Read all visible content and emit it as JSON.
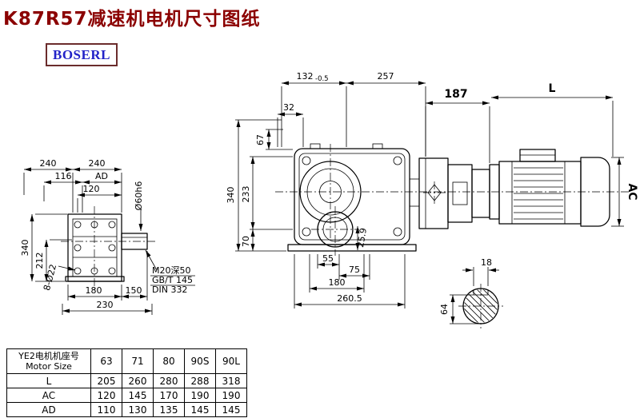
{
  "page": {
    "title": "K87R57减速机电机尺寸图纸",
    "brand": "BOSERL"
  },
  "colors": {
    "title": "#8b0000",
    "brand_text": "#2323c8",
    "brand_border": "#6b2c2c",
    "line": "#000000"
  },
  "front_view": {
    "dim_240_left": "240",
    "dim_240_right": "240",
    "dim_116": "116",
    "dim_ad": "AD",
    "dim_120": "120",
    "dim_shaft": "Ø60h6",
    "dim_340": "340",
    "dim_212": "212",
    "dim_180": "180",
    "dim_150": "150",
    "dim_230": "230",
    "dim_holes": "8-Ø22",
    "note_line1": "M20深50",
    "note_line2": "GB/T 145",
    "note_line3": "DIN 332"
  },
  "side_view": {
    "dim_132": "132",
    "dim_132_tol": "-0.5",
    "dim_257": "257",
    "dim_32": "32",
    "dim_67": "67",
    "dim_340": "340",
    "dim_233": "233",
    "dim_70": "70",
    "dim_25_9": "25.9",
    "dim_55": "55",
    "dim_75": "75",
    "dim_180": "180",
    "dim_260_5": "260.5"
  },
  "motor_view": {
    "dim_187": "187",
    "dim_L": "L",
    "dim_AC": "AC",
    "dim_18": "18",
    "dim_64": "64"
  },
  "table": {
    "header": {
      "line1": "YE2电机机座号",
      "line2": "Motor Size"
    },
    "sizes": [
      "63",
      "71",
      "80",
      "90S",
      "90L"
    ],
    "rows": [
      {
        "label": "L",
        "values": [
          "205",
          "260",
          "280",
          "288",
          "318"
        ]
      },
      {
        "label": "AC",
        "values": [
          "120",
          "145",
          "170",
          "190",
          "190"
        ]
      },
      {
        "label": "AD",
        "values": [
          "110",
          "130",
          "135",
          "145",
          "145"
        ]
      }
    ]
  }
}
